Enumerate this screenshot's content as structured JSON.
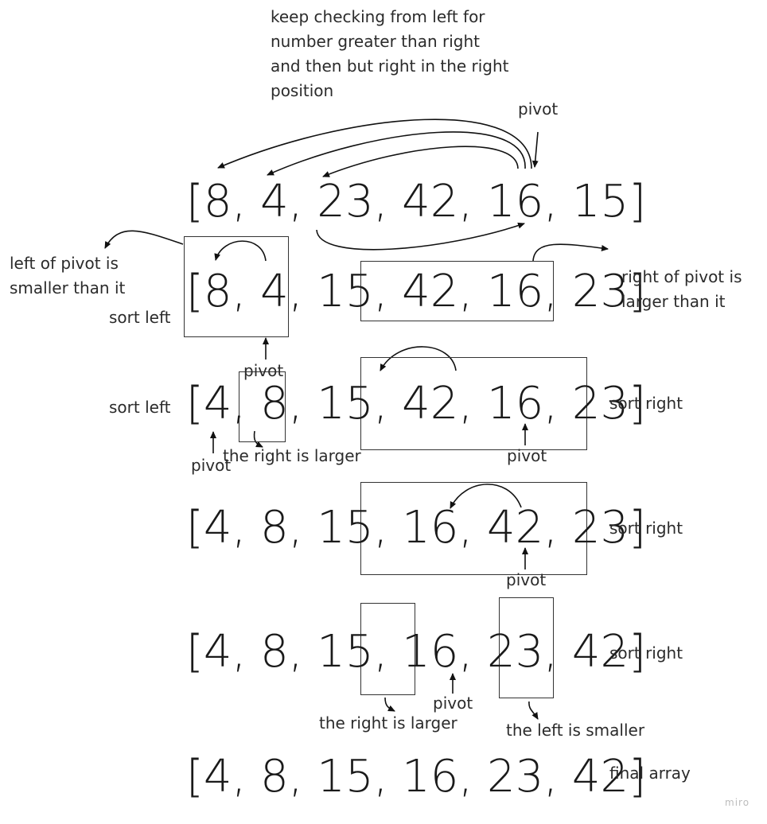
{
  "notes": {
    "top_note": "keep checking from left for\nnumber greater than right\nand then but right in the right\nposition"
  },
  "rows": {
    "row1": "[8, 4, 23, 42, 16, 15]",
    "row2": "[8, 4, 15, 42, 16, 23]",
    "row3": "[4, 8, 15, 42, 16, 23]",
    "row4": "[4, 8, 15, 16, 42, 23]",
    "row5": "[4, 8, 15, 16, 23, 42]",
    "row6": "[4, 8, 15, 16, 23, 42]"
  },
  "labels": {
    "pivot_top": "pivot",
    "left_of_pivot": "left of pivot is\nsmaller than it",
    "right_of_pivot": "right of pivot is\nlarger than it",
    "sort_left_1": "sort left",
    "sort_left_2": "sort left",
    "pivot_row3_mid": "pivot",
    "pivot_row3_left": "pivot",
    "the_right_is_larger_1": "the right is larger",
    "pivot_row3_right": "pivot",
    "sort_right_1": "sort right",
    "sort_right_2": "sort right",
    "pivot_row4": "pivot",
    "sort_right_3": "sort right",
    "pivot_row5": "pivot",
    "the_right_is_larger_2": "the right is larger",
    "the_left_is_smaller": "the left is smaller",
    "final_array": "final array"
  },
  "watermark": "miro"
}
